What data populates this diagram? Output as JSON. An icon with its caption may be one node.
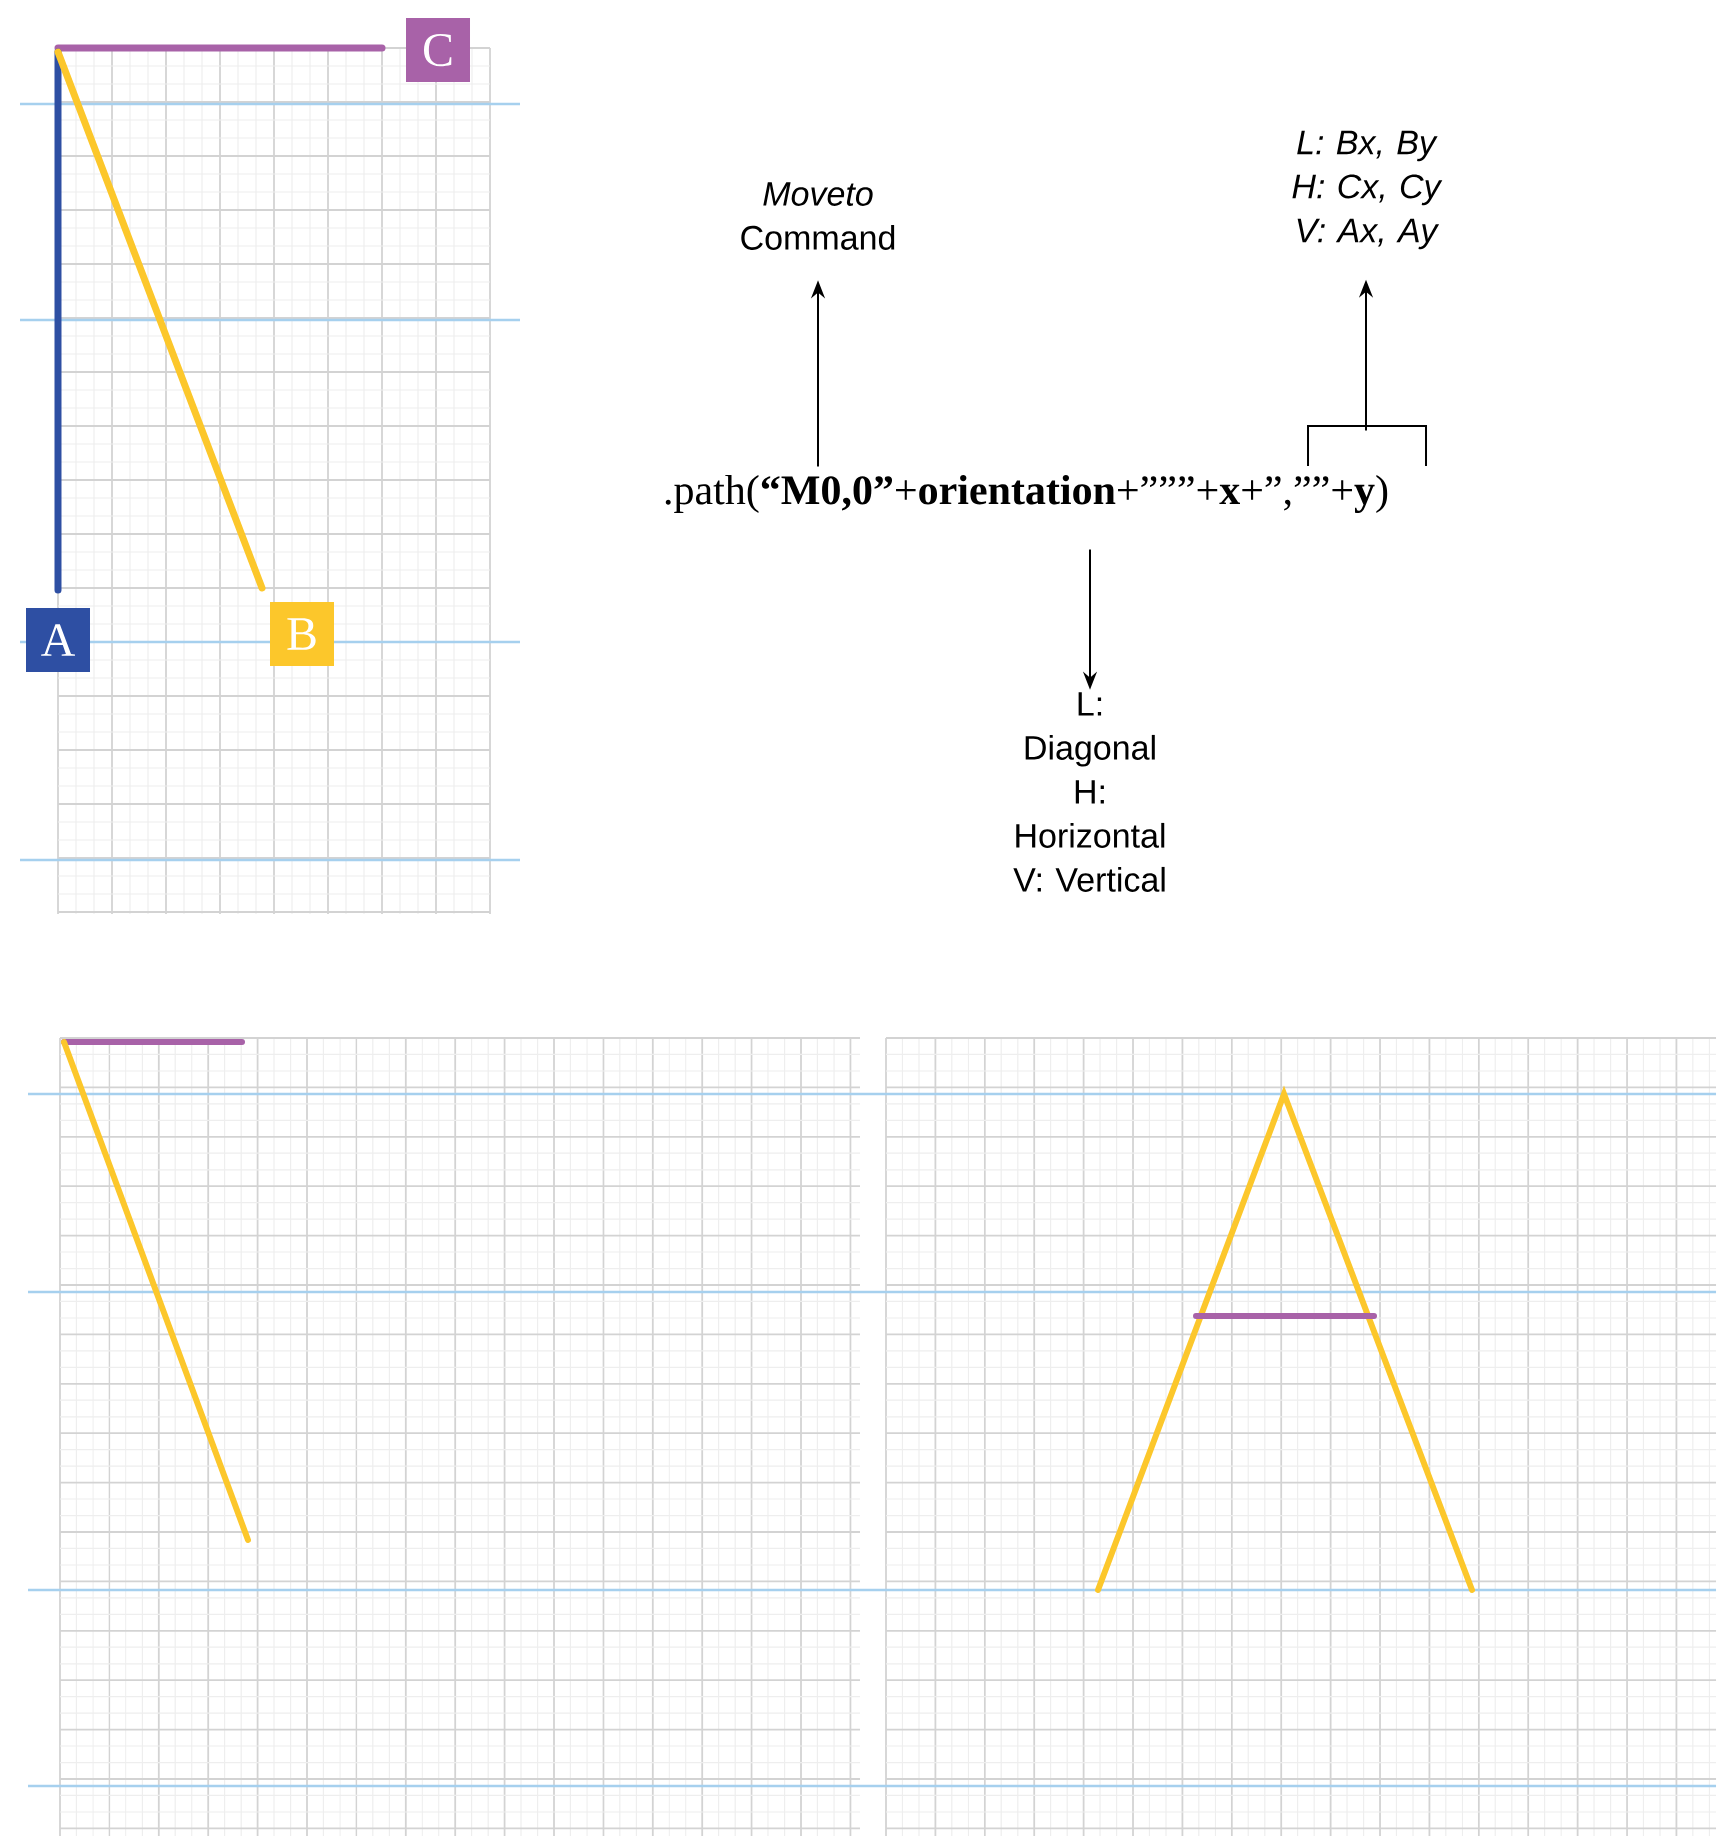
{
  "diagram": {
    "nodes": [
      {
        "text": [
          "C"
        ]
      },
      {
        "text": [
          "*Moveto* Command"
        ]
      },
      {
        "text": [
          "L: Bx, By",
          "H: Cx, Cy",
          "V: Ax, Ay"
        ]
      },
      {
        "text": [
          ".path(**“M0,0”**+**orientation**+”””+**x**+”,””+**y**)"
        ]
      },
      {
        "text": [
          "A"
        ]
      },
      {
        "text": [
          "B"
        ]
      },
      {
        "text": [
          "L: Diagonal",
          "H: Horizontal",
          "V: Vertical"
        ]
      }
    ],
    "edges": [
      {
        "from": 3,
        "to": 1,
        "arrow": "to"
      },
      {
        "from": 3,
        "to": 2,
        "arrow": "to"
      },
      {
        "from": 3,
        "to": 6,
        "arrow": "to"
      }
    ]
  }
}
